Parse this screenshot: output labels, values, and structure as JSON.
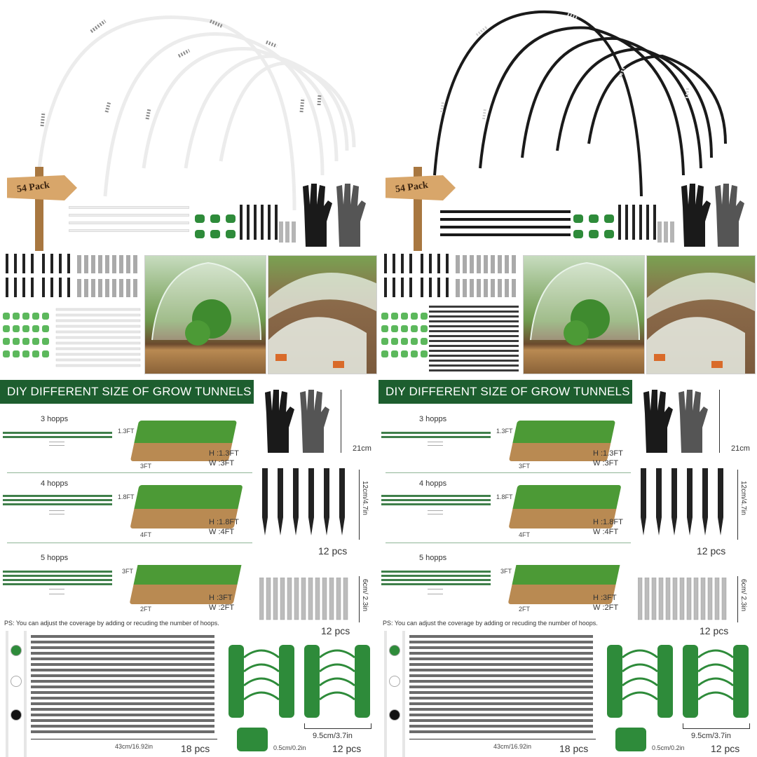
{
  "sign": {
    "text": "54 Pack"
  },
  "banner": {
    "title": "DIY DIFFERENT SIZE OF GROW TUNNELS"
  },
  "tunnels": [
    {
      "hopps": "3 hopps",
      "side": "1.3FT",
      "base": "3FT",
      "h": "H :1.3FT",
      "w": "W :3FT"
    },
    {
      "hopps": "4 hopps",
      "side": "1.8FT",
      "base": "4FT",
      "h": "H :1.8FT",
      "w": "W :4FT"
    },
    {
      "hopps": "5 hopps",
      "side": "3FT",
      "base": "2FT",
      "h": "H :3FT",
      "w": "W :2FT"
    }
  ],
  "specs": {
    "gloves_size": "21cm",
    "stakes_size": "12cm/4.7in",
    "stakes_count": "12 pcs",
    "connectors_size": "6cm/ 2.3in",
    "connectors_count": "12 pcs",
    "rods_size": "43cm/16.92in",
    "rods_count": "18 pcs",
    "clip_thickness": "0.5cm/0.2in",
    "clips_size": "9.5cm/3.7in",
    "clips_count": "12 pcs"
  },
  "note": "PS: You can adjust the coverage by adding or recuding the number of hoops.",
  "colors": {
    "banner": "#1d5e2f",
    "clip_green": "#2e8b3a",
    "white_hoop": "#f2f2f2",
    "black_hoop": "#1a1a1a",
    "soil": "#6b4a2e",
    "wood": "#b98a52"
  },
  "variants": [
    {
      "hoop_color": "white",
      "dot_colors": [
        "#2e8b3a",
        "#ffffff",
        "#111111"
      ]
    },
    {
      "hoop_color": "black",
      "dot_colors": [
        "#2e8b3a",
        "#ffffff",
        "#111111"
      ]
    }
  ]
}
